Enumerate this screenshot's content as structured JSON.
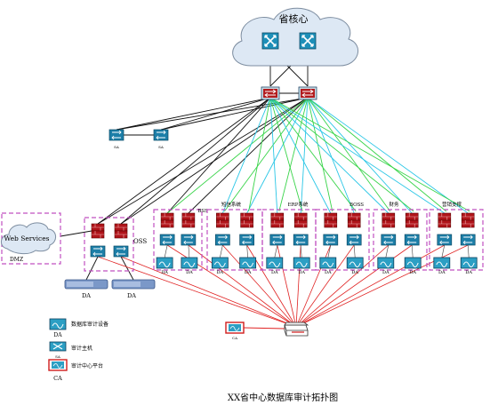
{
  "core": {
    "label": "省核心"
  },
  "web_services": {
    "label": "Web Services"
  },
  "dmz": {
    "label": "DMZ"
  },
  "switch_sa_label": "SA",
  "oss_label": "OSS",
  "zone_labels": [
    "BSS",
    "短信系统",
    "ERP系统",
    "BOSS",
    "财务",
    "营销支撑"
  ],
  "da_label": "DA",
  "ca_label": "CA",
  "legend": {
    "items": [
      {
        "icon": "audit-device-icon",
        "tag": "DA",
        "text": "数据库审计设备"
      },
      {
        "icon": "collector-host-icon",
        "tag": "SA",
        "text": "审计主机"
      },
      {
        "icon": "audit-center-icon",
        "tag": "CA",
        "text": "审计中心平台"
      }
    ]
  },
  "title": "XX省中心数据库审计拓扑图",
  "colors": {
    "black_link": "#111111",
    "cyan_link": "#29c6e6",
    "green_link": "#39d44a",
    "red_link": "#e02222",
    "zone_border": "#c050c0",
    "cloud_fill": "#dde8f4",
    "router_fill": "#1e8fb8",
    "firewall": "#b0141a"
  }
}
